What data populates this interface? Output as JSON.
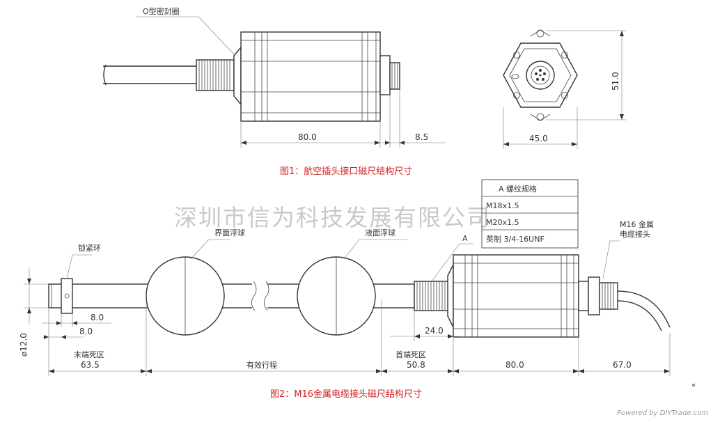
{
  "figure1": {
    "caption": "图1：航空插头接口磁尺结构尺寸",
    "oring_label": "O型密封圈",
    "dim_body_length": "80.0",
    "dim_connector": "8.5",
    "dim_width": "45.0",
    "dim_height": "51.0"
  },
  "figure2": {
    "caption": "图2：M16金属电缆接头磁尺结构尺寸",
    "lock_ring": "锁紧环",
    "interface_float": "界面浮球",
    "liquid_float": "液面浮球",
    "thread_marker": "A",
    "cable_joint_line1": "M16 金属",
    "cable_joint_line2": "电缆接头",
    "dim_8a": "8.0",
    "dim_8b": "8.0",
    "dim_dia": "⌀12.0",
    "end_dead_zone": "末端死区",
    "dim_end_dead": "63.5",
    "effective_stroke": "有效行程",
    "head_dead_zone": "首端死区",
    "dim_head_dead": "50.8",
    "dim_24": "24.0",
    "dim_body": "80.0",
    "dim_cable": "67.0"
  },
  "thread_table": {
    "header": "A 螺纹规格",
    "rows": [
      "M18x1.5",
      "M20x1.5",
      "英制 3/4-16UNF"
    ]
  },
  "watermark": "深圳市信为科技发展有限公司",
  "footer": "Powered by DIYTrade.com",
  "colors": {
    "caption": "#d22020",
    "line": "#333333",
    "watermark": "#c9c9c9"
  }
}
